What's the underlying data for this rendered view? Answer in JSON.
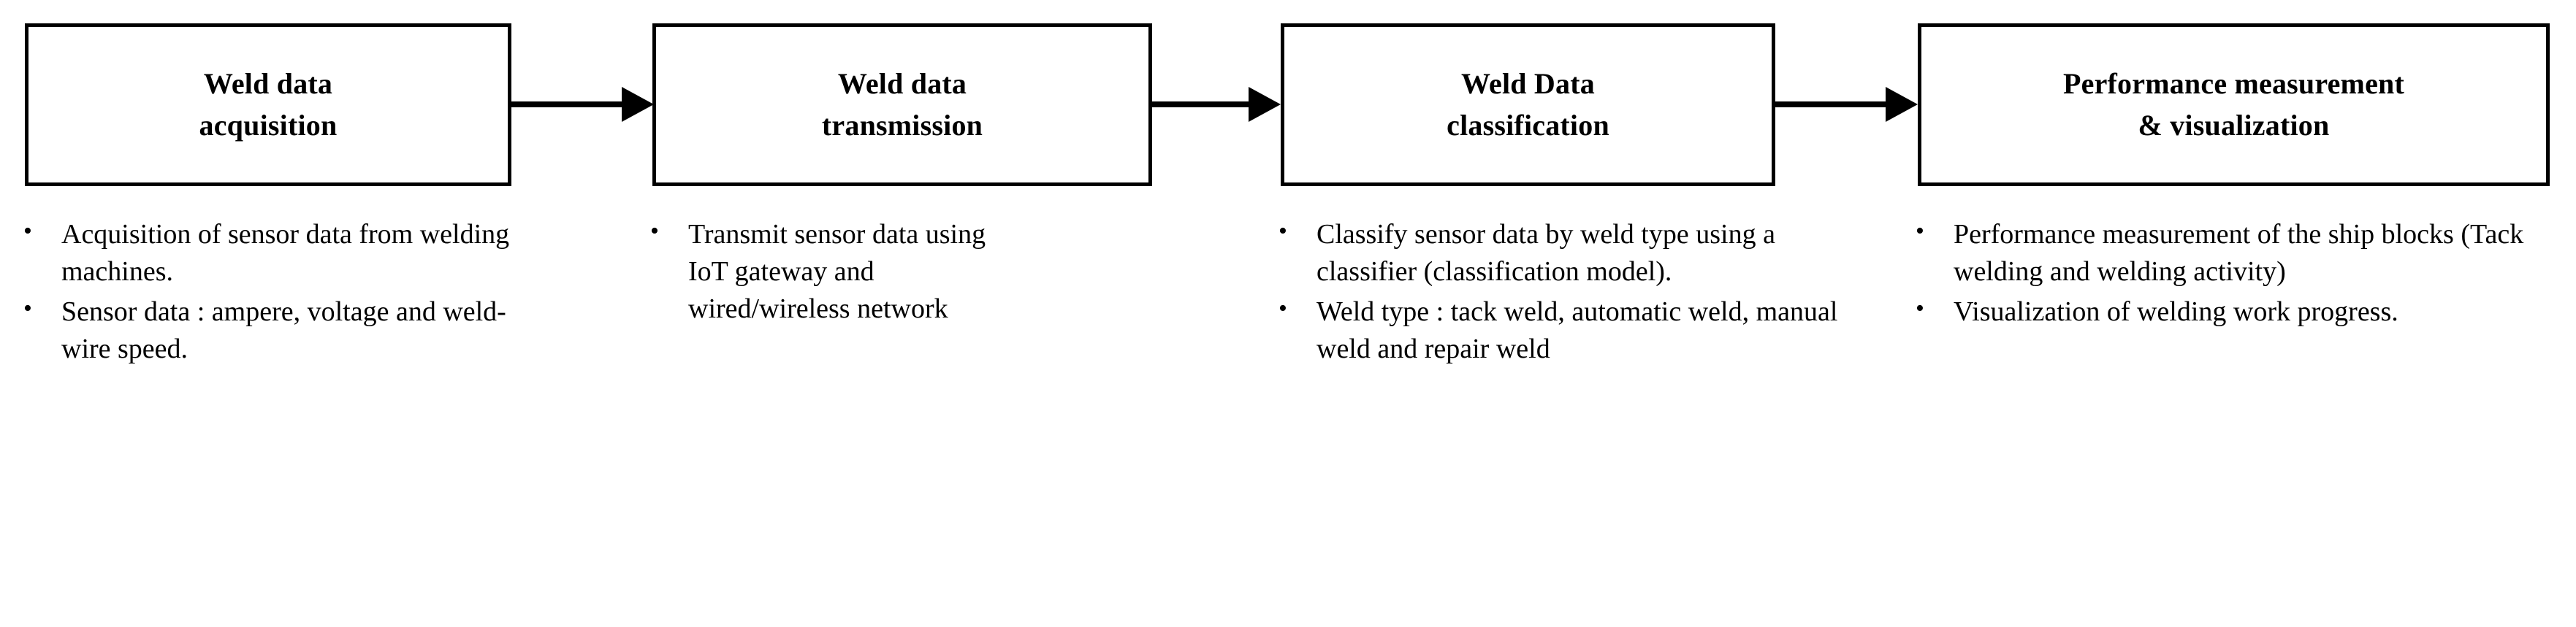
{
  "diagram": {
    "type": "process-flow",
    "orientation": "left-to-right",
    "stage_count": 4,
    "arrow_count": 3,
    "colors": {
      "background": "#ffffff",
      "box_border": "#000000",
      "text": "#000000",
      "arrow": "#000000"
    },
    "stages": [
      {
        "id": "weld-data-acquisition",
        "title": "Weld data\nacquisition",
        "bullet_marker": "•",
        "bullets": [
          "Acquisition of sensor data from welding machines.",
          "Sensor data : ampere, voltage and weld-wire speed."
        ]
      },
      {
        "id": "weld-data-transmission",
        "title": "Weld data\ntransmission",
        "bullet_marker": "•",
        "bullets": [
          "Transmit sensor data using IoT gateway and wired/wireless network"
        ]
      },
      {
        "id": "weld-data-classification",
        "title": "Weld Data\nclassification",
        "bullet_marker": "•",
        "bullets": [
          "Classify sensor data by weld type using a classifier (classification model).",
          "Weld type : tack weld, automatic weld, manual weld and repair weld"
        ]
      },
      {
        "id": "performance-measurement-visualization",
        "title": "Performance measurement\n& visualization",
        "bullet_marker": "•",
        "bullets": [
          "Performance measurement of the ship blocks (Tack welding and welding activity)",
          "Visualization of welding work progress."
        ]
      }
    ],
    "arrows": [
      {
        "id": "arrow-1",
        "from": "weld-data-acquisition",
        "to": "weld-data-transmission",
        "glyph": "→"
      },
      {
        "id": "arrow-2",
        "from": "weld-data-transmission",
        "to": "weld-data-classification",
        "glyph": "→"
      },
      {
        "id": "arrow-3",
        "from": "weld-data-classification",
        "to": "performance-measurement-visualization",
        "glyph": "→"
      }
    ]
  }
}
